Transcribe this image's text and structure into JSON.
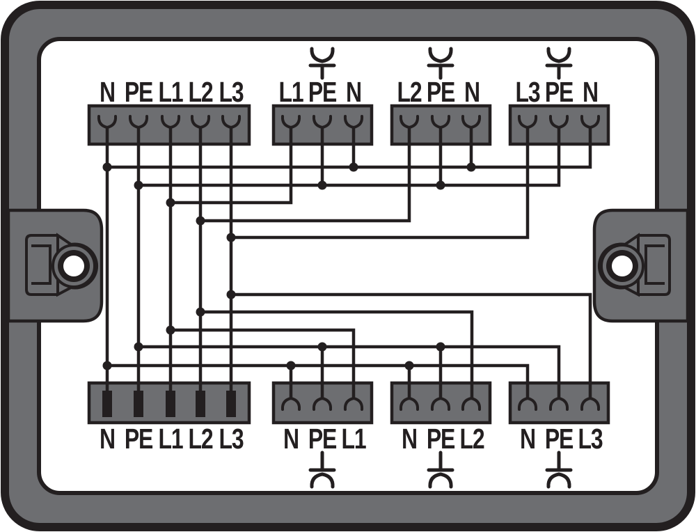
{
  "diagram": {
    "type": "wiring-diagram",
    "description": "Three-phase distribution box internal wiring: one 5-pole incoming block (N PE L1 L2 L3) bussed to three 3-pole phase blocks on top, one 5-pole through block and three 3-pole single-phase outgoing blocks on bottom",
    "colors": {
      "housing_gray": "#6d6e71",
      "line_black": "#231f20",
      "background": "#ffffff"
    },
    "blocks": {
      "top": [
        {
          "name": "top-main-block",
          "labels": [
            "N",
            "PE",
            "L1",
            "L2",
            "L3"
          ],
          "label_position": "above",
          "terminal_style": "fork-up",
          "feed_symbol": null
        },
        {
          "name": "top-l1-block",
          "labels": [
            "L1",
            "PE",
            "N"
          ],
          "label_position": "above",
          "terminal_style": "fork-up",
          "feed_symbol": "above"
        },
        {
          "name": "top-l2-block",
          "labels": [
            "L2",
            "PE",
            "N"
          ],
          "label_position": "above",
          "terminal_style": "fork-up",
          "feed_symbol": "above"
        },
        {
          "name": "top-l3-block",
          "labels": [
            "L3",
            "PE",
            "N"
          ],
          "label_position": "above",
          "terminal_style": "fork-up",
          "feed_symbol": "above"
        }
      ],
      "bottom": [
        {
          "name": "bottom-main-block",
          "labels": [
            "N",
            "PE",
            "L1",
            "L2",
            "L3"
          ],
          "label_position": "below",
          "terminal_style": "pin",
          "feed_symbol": null
        },
        {
          "name": "bottom-l1-block",
          "labels": [
            "N",
            "PE",
            "L1"
          ],
          "label_position": "below",
          "terminal_style": "fork-down",
          "feed_symbol": "below"
        },
        {
          "name": "bottom-l2-block",
          "labels": [
            "N",
            "PE",
            "L2"
          ],
          "label_position": "below",
          "terminal_style": "fork-down",
          "feed_symbol": "below"
        },
        {
          "name": "bottom-l3-block",
          "labels": [
            "N",
            "PE",
            "L3"
          ],
          "label_position": "below",
          "terminal_style": "fork-down",
          "feed_symbol": "below"
        }
      ]
    },
    "nets": [
      {
        "net": "N",
        "connects": [
          "top-main-block N",
          "top-l1-block N",
          "top-l2-block N",
          "top-l3-block N",
          "bottom-main-block N",
          "bottom-l1-block N",
          "bottom-l2-block N",
          "bottom-l3-block N"
        ]
      },
      {
        "net": "PE",
        "connects": [
          "top-main-block PE",
          "top-l1-block PE",
          "top-l2-block PE",
          "top-l3-block PE",
          "bottom-main-block PE",
          "bottom-l1-block PE",
          "bottom-l2-block PE",
          "bottom-l3-block PE"
        ]
      },
      {
        "net": "L1",
        "connects": [
          "top-main-block L1",
          "top-l1-block L1",
          "bottom-main-block L1",
          "bottom-l1-block L1"
        ]
      },
      {
        "net": "L2",
        "connects": [
          "top-main-block L2",
          "top-l2-block L2",
          "bottom-main-block L2",
          "bottom-l2-block L2"
        ]
      },
      {
        "net": "L3",
        "connects": [
          "top-main-block L3",
          "top-l3-block L3",
          "bottom-main-block L3",
          "bottom-l3-block L3"
        ]
      }
    ],
    "hardware": {
      "mounting_tabs": [
        "left",
        "right"
      ]
    }
  }
}
